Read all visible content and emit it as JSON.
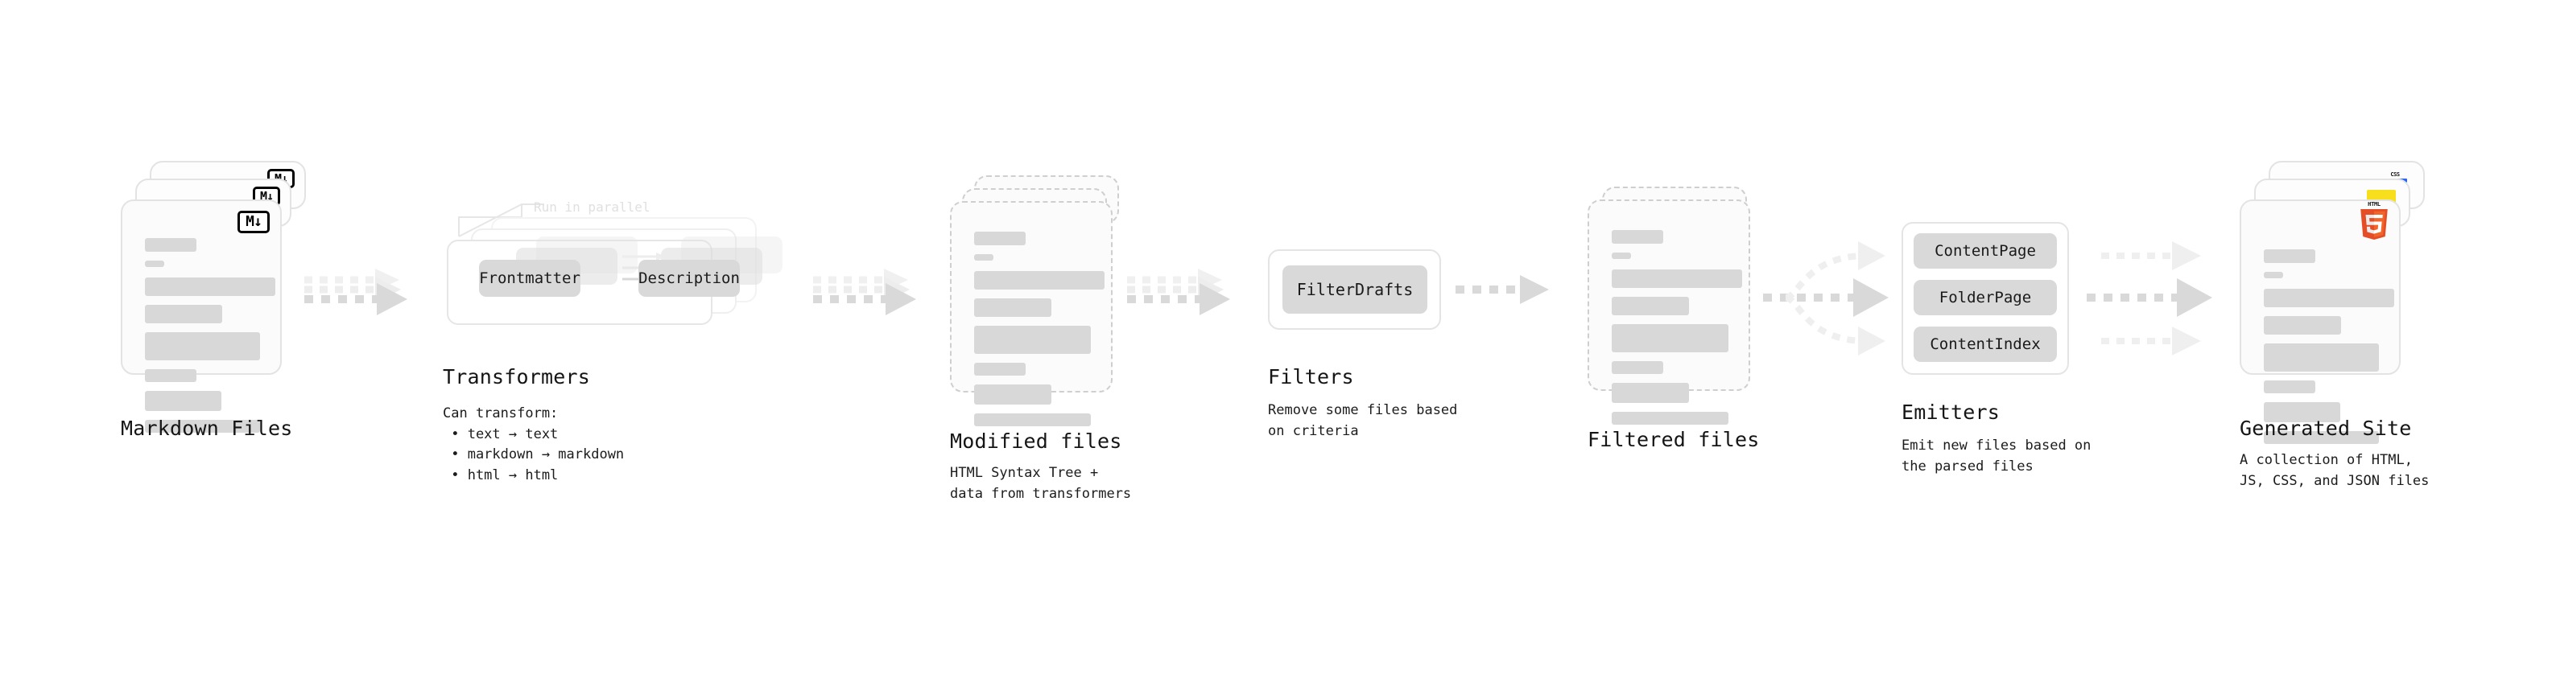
{
  "diagram": {
    "title_font_note": "monospace",
    "colors": {
      "bar": "#d8d8d8",
      "card_border": "#e3e3e3",
      "dashed_border": "#cfcfcf",
      "chip": "#d9d9d9",
      "arrow": "#d9d9d9",
      "arrow_faint": "#eeeeee",
      "html5": "#e44d26",
      "css3": "#2965f1",
      "js": "#f7df1e",
      "muted_text": "#e0e0e0"
    }
  },
  "stages": [
    {
      "id": "markdown-files",
      "title": "Markdown Files",
      "subtitle": "",
      "badge": "M↓",
      "badge_name": "markdown-badge"
    },
    {
      "id": "transformers",
      "title": "Transformers",
      "subtitle": "Can transform:\n • text → text\n • markdown → markdown\n • html → html",
      "parallel_label": "Run in parallel",
      "chips": [
        "Frontmatter",
        "Description"
      ]
    },
    {
      "id": "modified-files",
      "title": "Modified files",
      "subtitle": "HTML Syntax Tree +\ndata from transformers"
    },
    {
      "id": "filters",
      "title": "Filters",
      "subtitle": "Remove some files based\non criteria",
      "chips": [
        "FilterDrafts"
      ]
    },
    {
      "id": "filtered-files",
      "title": "Filtered files",
      "subtitle": ""
    },
    {
      "id": "emitters",
      "title": "Emitters",
      "subtitle": "Emit new files based on\nthe parsed files",
      "chips": [
        "ContentPage",
        "FolderPage",
        "ContentIndex"
      ]
    },
    {
      "id": "generated-site",
      "title": "Generated Site",
      "subtitle": "A collection of HTML,\nJS, CSS, and JSON files",
      "badges": [
        "HTML5",
        "CSS",
        "JS"
      ]
    }
  ]
}
